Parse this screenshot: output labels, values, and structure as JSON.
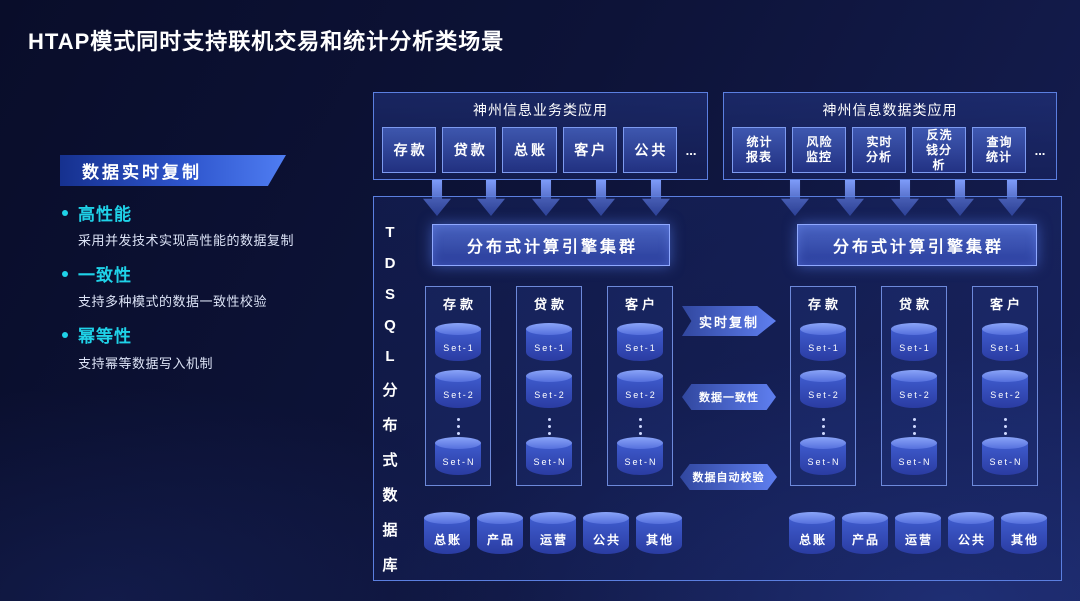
{
  "title": "HTAP模式同时支持联机交易和统计分析类场景",
  "left_panel": {
    "banner": "数据实时复制",
    "bullets": [
      {
        "heading": "高性能",
        "desc": "采用并发技术实现高性能的数据复制"
      },
      {
        "heading": "一致性",
        "desc": "支持多种模式的数据一致性校验"
      },
      {
        "heading": "幂等性",
        "desc": "支持幂等数据写入机制"
      }
    ]
  },
  "app_groups": [
    {
      "title": "神州信息业务类应用",
      "items": [
        "存款",
        "贷款",
        "总账",
        "客户",
        "公共"
      ],
      "more": "..."
    },
    {
      "title": "神州信息数据类应用",
      "items": [
        "统计报表",
        "风险监控",
        "实时分析",
        "反洗钱分析",
        "查询统计"
      ],
      "more": "..."
    }
  ],
  "tdsql": {
    "vertical_label": [
      "T",
      "D",
      "S",
      "Q",
      "L",
      "分",
      "布",
      "式",
      "数",
      "据",
      "库"
    ],
    "engine_label": "分布式计算引擎集群",
    "clusters": [
      {
        "columns": [
          {
            "title": "存款",
            "sets": [
              "Set-1",
              "Set-2",
              "Set-N"
            ]
          },
          {
            "title": "贷款",
            "sets": [
              "Set-1",
              "Set-2",
              "Set-N"
            ]
          },
          {
            "title": "客户",
            "sets": [
              "Set-1",
              "Set-2",
              "Set-N"
            ]
          }
        ],
        "bottom": [
          "总账",
          "产品",
          "运营",
          "公共",
          "其他"
        ]
      },
      {
        "columns": [
          {
            "title": "存款",
            "sets": [
              "Set-1",
              "Set-2",
              "Set-N"
            ]
          },
          {
            "title": "贷款",
            "sets": [
              "Set-1",
              "Set-2",
              "Set-N"
            ]
          },
          {
            "title": "客户",
            "sets": [
              "Set-1",
              "Set-2",
              "Set-N"
            ]
          }
        ],
        "bottom": [
          "总账",
          "产品",
          "运营",
          "公共",
          "其他"
        ]
      }
    ],
    "sync_arrows": [
      "实时复制",
      "数据一致性",
      "数据自动校验"
    ]
  },
  "colors": {
    "background": "#0d1338",
    "accent_cyan": "#1fd2e8",
    "box_border": "#5b7fe0",
    "arrow_blue": "#5f7ff0"
  }
}
